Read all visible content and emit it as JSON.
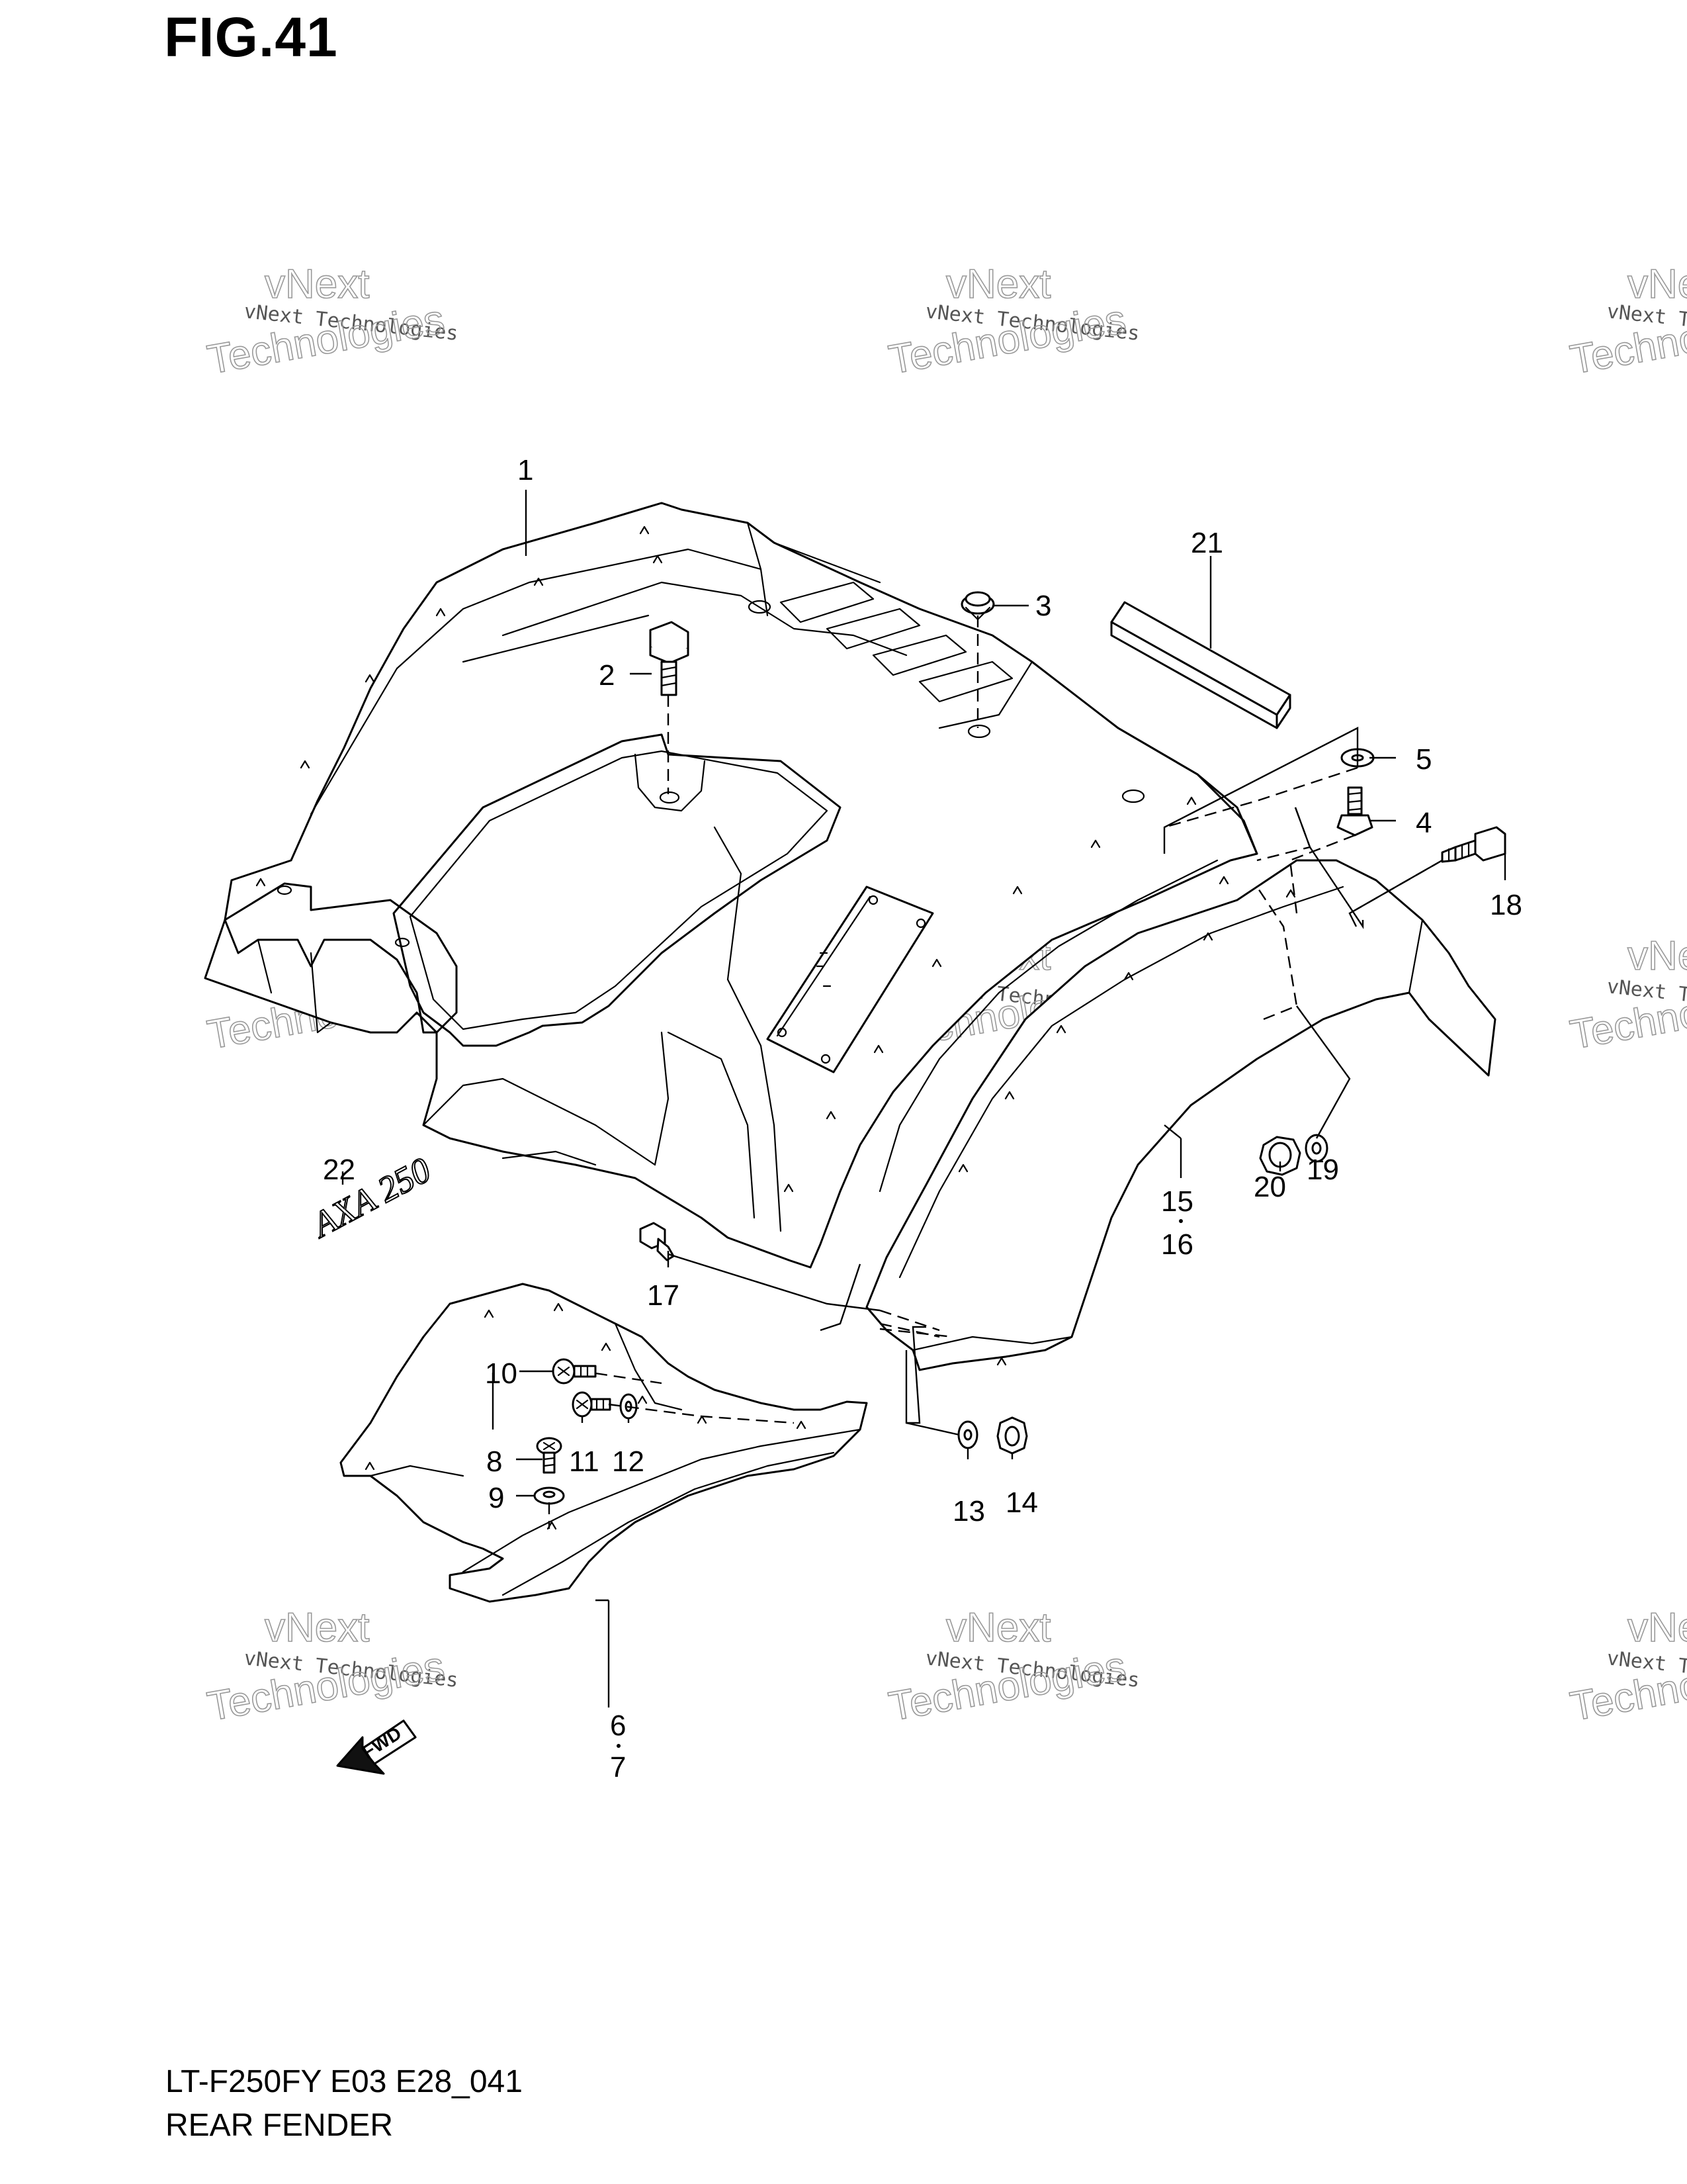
{
  "figure": {
    "title": "FIG.41",
    "model_code": "LT-F250FY E03 E28_041",
    "name": "REAR FENDER"
  },
  "watermark": {
    "line1": "vNext Technologies",
    "line2": "vNext",
    "line3": "Technologies"
  },
  "callouts": [
    "1",
    "2",
    "3",
    "4",
    "5",
    "6",
    "7",
    "8",
    "9",
    "10",
    "11",
    "12",
    "13",
    "14",
    "15",
    "16",
    "17",
    "18",
    "19",
    "20",
    "21",
    "22"
  ],
  "fwd_label": "FWD",
  "decal_text": "AXA 250"
}
